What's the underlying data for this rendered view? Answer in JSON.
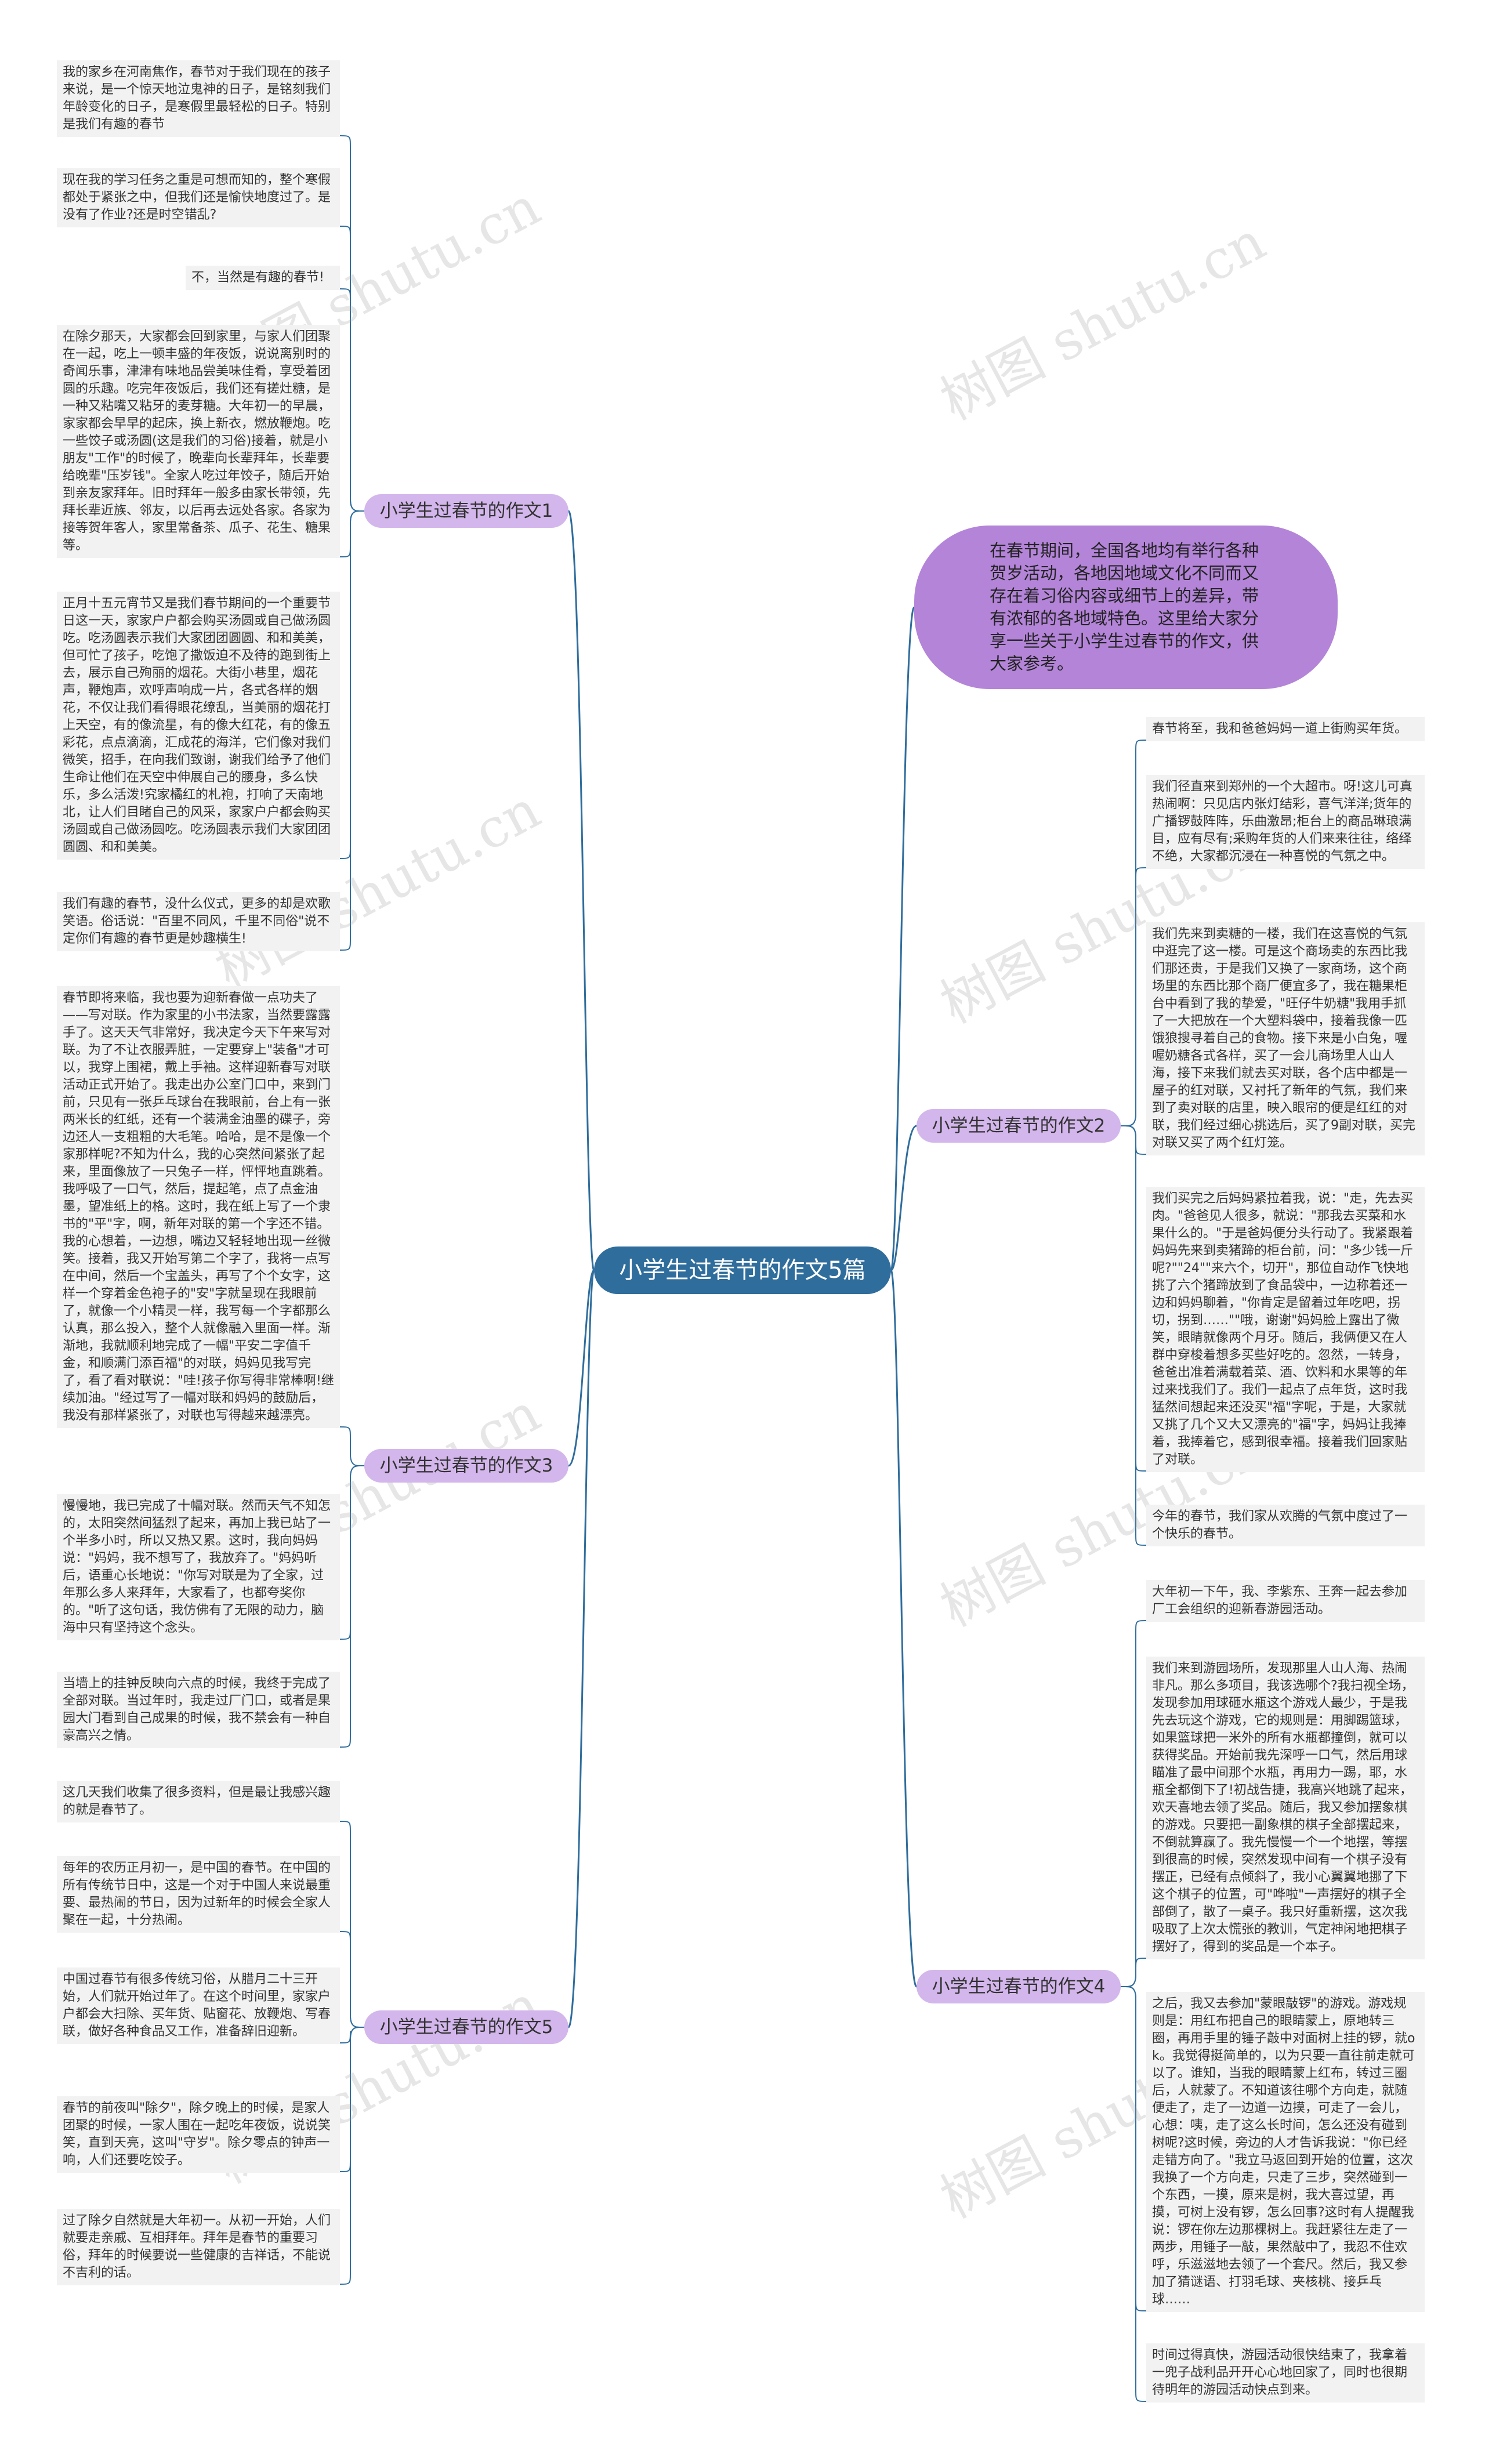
{
  "central": "小学生过春节的作文5篇",
  "intro": "在春节期间，全国各地均有举行各种贺岁活动，各地因地域文化不同而又存在着习俗内容或细节上的差异，带有浓郁的各地域特色。这里给大家分享一些关于小学生过春节的作文，供大家参考。",
  "watermark": "树图 shutu.cn",
  "colors": {
    "central": "#2f6d9c",
    "branch": "#d3b6ec",
    "intro": "#b384d8",
    "line": "#2f6d9c",
    "leaf": "#f2f2f2"
  },
  "branches": [
    {
      "label": "小学生过春节的作文1",
      "leaves": [
        "我的家乡在河南焦作，春节对于我们现在的孩子来说，是一个惊天地泣鬼神的日子，是铭刻我们年龄变化的日子，是寒假里最轻松的日子。特别是我们有趣的春节",
        "现在我的学习任务之重是可想而知的，整个寒假都处于紧张之中，但我们还是愉快地度过了。是没有了作业?还是时空错乱?",
        "不，当然是有趣的春节!",
        "在除夕那天，大家都会回到家里，与家人们团聚在一起，吃上一顿丰盛的年夜饭，说说离别时的奇闻乐事，津津有味地品尝美味佳肴，享受着团圆的乐趣。吃完年夜饭后，我们还有搓灶糖，是一种又粘嘴又粘牙的麦芽糖。大年初一的早晨，家家都会早早的起床，换上新衣，燃放鞭炮。吃一些饺子或汤圆(这是我们的习俗)接着，就是小朋友\"工作\"的时候了，晚辈向长辈拜年，长辈要给晚辈\"压岁钱\"。全家人吃过年饺子，随后开始到亲友家拜年。旧时拜年一般多由家长带领，先拜长辈近族、邻友，以后再去远处各家。各家为接等贺年客人，家里常备茶、瓜子、花生、糖果等。",
        "正月十五元宵节又是我们春节期间的一个重要节日这一天，家家户户都会购买汤圆或自己做汤圆吃。吃汤圆表示我们大家团团圆圆、和和美美，但可忙了孩子，吃饱了撒饭迫不及待的跑到街上去，展示自己殉丽的烟花。大街小巷里，烟花声，鞭炮声，欢呼声响成一片，各式各样的烟花，不仅让我们看得眼花缭乱，当美丽的烟花打上天空，有的像流星，有的像大红花，有的像五彩花，点点滴滴，汇成花的海洋，它们像对我们微笑，招手，在向我们致谢，谢我们给予了他们生命让他们在天空中伸展自己的腰身，多么快乐，多么活泼!究家橘红的札袍，打响了天南地北，让人们目睹自己的风采，家家户户都会购买汤圆或自己做汤圆吃。吃汤圆表示我们大家团团圆圆、和和美美。",
        "我们有趣的春节，没什么仪式，更多的却是欢歌笑语。俗话说：\"百里不同风，千里不同俗\"说不定你们有趣的春节更是妙趣横生!"
      ]
    },
    {
      "label": "小学生过春节的作文2",
      "leaves": [
        "春节将至，我和爸爸妈妈一道上街购买年货。",
        "我们径直来到郑州的一个大超市。呀!这儿可真热闹啊：只见店内张灯结彩，喜气洋洋;货年的广播锣鼓阵阵，乐曲激昂;柜台上的商品琳琅满目，应有尽有;采购年货的人们来来往往，络绎不绝，大家都沉浸在一种喜悦的气氛之中。",
        "我们先来到卖糖的一楼，我们在这喜悦的气氛中逛完了这一楼。可是这个商场卖的东西比我们那还贵，于是我们又换了一家商场，这个商场里的东西比那个商厂便宜多了，我在糖果柜台中看到了我的挚爱，\"旺仔牛奶糖\"我用手抓了一大把放在一个大塑料袋中，接着我像一匹饿狼搜寻着自己的食物。接下来是小白兔，喔喔奶糖各式各样，买了一会儿商场里人山人海，接下来我们就去买对联，各个店中都是一屋子的红对联，又衬托了新年的气氛，我们来到了卖对联的店里，映入眼帘的便是红红的对联，我们经过细心挑选后，买了9副对联，买完对联又买了两个红灯笼。",
        "我们买完之后妈妈紧拉着我，说：\"走，先去买肉。\"爸爸见人很多，就说：\"那我去买菜和水果什么的。\"于是爸妈便分头行动了。我紧跟着妈妈先来到卖猪蹄的柜台前，问：\"多少钱一斤呢?\"\"24\"\"来六个，切开\"，那位自动作飞快地挑了六个猪蹄放到了食品袋中，一边称着还一边和妈妈聊着，\"你肯定是留着过年吃吧，拐切，拐到……\"\"哦，谢谢\"妈妈脸上露出了微笑，眼睛就像两个月牙。随后，我俩便又在人群中穿梭着想多买些好吃的。忽然，一转身，爸爸出准着满载着菜、酒、饮料和水果等的年过来找我们了。我们一起点了点年货，这时我猛然间想起来还没买\"福\"字呢，于是，大家就又挑了几个又大又漂亮的\"福\"字，妈妈让我捧着，我捧着它，感到很幸福。接着我们回家贴了对联。",
        "今年的春节，我们家从欢腾的气氛中度过了一个快乐的春节。"
      ]
    },
    {
      "label": "小学生过春节的作文3",
      "leaves": [
        "春节即将来临，我也要为迎新春做一点功夫了——写对联。作为家里的小书法家，当然要露露手了。这天天气非常好，我决定今天下午来写对联。为了不让衣服弄脏，一定要穿上\"装备\"才可以，我穿上围裙，戴上手袖。这样迎新春写对联活动正式开始了。我走出办公室门口中，来到门前，只见有一张乒乓球台在我眼前，台上有一张两米长的红纸，还有一个装满金油墨的碟子，旁边还人一支粗粗的大毛笔。哈哈，是不是像一个家那样呢?不知为什么，我的心突然间紧张了起来，里面像放了一只兔子一样，怦怦地直跳着。我呼吸了一口气，然后，提起笔，点了点金油墨，望准纸上的格。这时，我在纸上写了一个隶书的\"平\"字，啊，新年对联的第一个字还不错。我的心想着，一边想，嘴边又轻轻地出现一丝微笑。接着，我又开始写第二个字了，我将一点写在中间，然后一个宝盖头，再写了个个女字，这样一个穿着金色袍子的\"安\"字就呈现在我眼前了，就像一个小精灵一样，我写每一个字都那么认真，那么投入，整个人就像融入里面一样。渐渐地，我就顺利地完成了一幅\"平安二字值千金，和顺满门添百福\"的对联，妈妈见我写完了，看了看对联说：\"哇!孩子你写得非常棒啊!继续加油。\"经过写了一幅对联和妈妈的鼓励后，我没有那样紧张了，对联也写得越来越漂亮。",
        "慢慢地，我已完成了十幅对联。然而天气不知怎的，太阳突然间猛烈了起来，再加上我已站了一个半多小时，所以又热又累。这时，我向妈妈说：\"妈妈，我不想写了，我放弃了。\"妈妈听后，语重心长地说：\"你写对联是为了全家，过年那么多人来拜年，大家看了，也都夸奖你的。\"听了这句话，我仿佛有了无限的动力，脑海中只有坚持这个念头。",
        "当墙上的挂钟反映向六点的时候，我终于完成了全部对联。当过年时，我走过厂门口，或者是果园大门看到自己成果的时候，我不禁会有一种自豪高兴之情。"
      ]
    },
    {
      "label": "小学生过春节的作文4",
      "leaves": [
        "大年初一下午，我、李紫东、王奔一起去参加厂工会组织的迎新春游园活动。",
        "我们来到游园场所，发现那里人山人海、热闹非凡。那么多项目，我该选哪个?我扫视全场，发现参加用球砸水瓶这个游戏人最少，于是我先去玩这个游戏，它的规则是：用脚踢篮球，如果篮球把一米外的所有水瓶都撞倒，就可以获得奖品。开始前我先深呼一口气，然后用球瞄准了最中间那个水瓶，再用力一踢，耶，水瓶全都倒下了!初战告捷，我高兴地跳了起来，欢天喜地去领了奖品。随后，我又参加摆象棋的游戏。只要把一副象棋的棋子全部摆起来，不倒就算赢了。我先慢慢一个一个地摆，等摆到很高的时候，突然发现中间有一个棋子没有摆正，已经有点倾斜了，我小心翼翼地挪了下这个棋子的位置，可\"哗啦\"一声摆好的棋子全部倒了，散了一桌子。我只好重新摆，这次我吸取了上次太慌张的教训，气定神闲地把棋子摆好了，得到的奖品是一个本子。",
        "之后，我又去参加\"蒙眼敲锣\"的游戏。游戏规则是：用红布把自己的眼睛蒙上，原地转三圈，再用手里的锤子敲中对面树上挂的锣，就ok。我觉得挺简单的，以为只要一直往前走就可以了。谁知，当我的眼睛蒙上红布，转过三圈后，人就蒙了。不知道该往哪个方向走，就随便走了，走了一边道一边摸，可走了一会儿，心想：咦，走了这么长时间，怎么还没有碰到树呢?这时候，旁边的人才告诉我说：\"你已经走错方向了。\"我立马返回到开始的位置，这次我换了一个方向走，只走了三步，突然碰到一个东西，一摸，原来是树，我大喜过望，再摸，可树上没有锣，怎么回事?这时有人提醒我说：锣在你左边那棵树上。我赶紧往左走了一两步，用锤子一敲，果然敲中了，我忍不住欢呼，乐滋滋地去领了一个套尺。然后，我又参加了猜谜语、打羽毛球、夹核桃、接乒乓球……",
        "时间过得真快，游园活动很快结束了，我拿着一兜子战利品开开心心地回家了，同时也很期待明年的游园活动快点到来。"
      ]
    },
    {
      "label": "小学生过春节的作文5",
      "leaves": [
        "这几天我们收集了很多资料，但是最让我感兴趣的就是春节了。",
        "每年的农历正月初一，是中国的春节。在中国的所有传统节日中，这是一个对于中国人来说最重要、最热闹的节日，因为过新年的时候会全家人聚在一起，十分热闹。",
        "中国过春节有很多传统习俗，从腊月二十三开始，人们就开始过年了。在这个时间里，家家户户都会大扫除、买年货、贴窗花、放鞭炮、写春联，做好各种食品又工作，准备辞旧迎新。",
        "春节的前夜叫\"除夕\"，除夕晚上的时候，是家人团聚的时候，一家人围在一起吃年夜饭，说说笑笑，直到天亮，这叫\"守岁\"。除夕零点的钟声一响，人们还要吃饺子。",
        "过了除夕自然就是大年初一。从初一开始，人们就要走亲戚、互相拜年。拜年是春节的重要习俗，拜年的时候要说一些健康的吉祥话，不能说不吉利的话。"
      ]
    }
  ]
}
